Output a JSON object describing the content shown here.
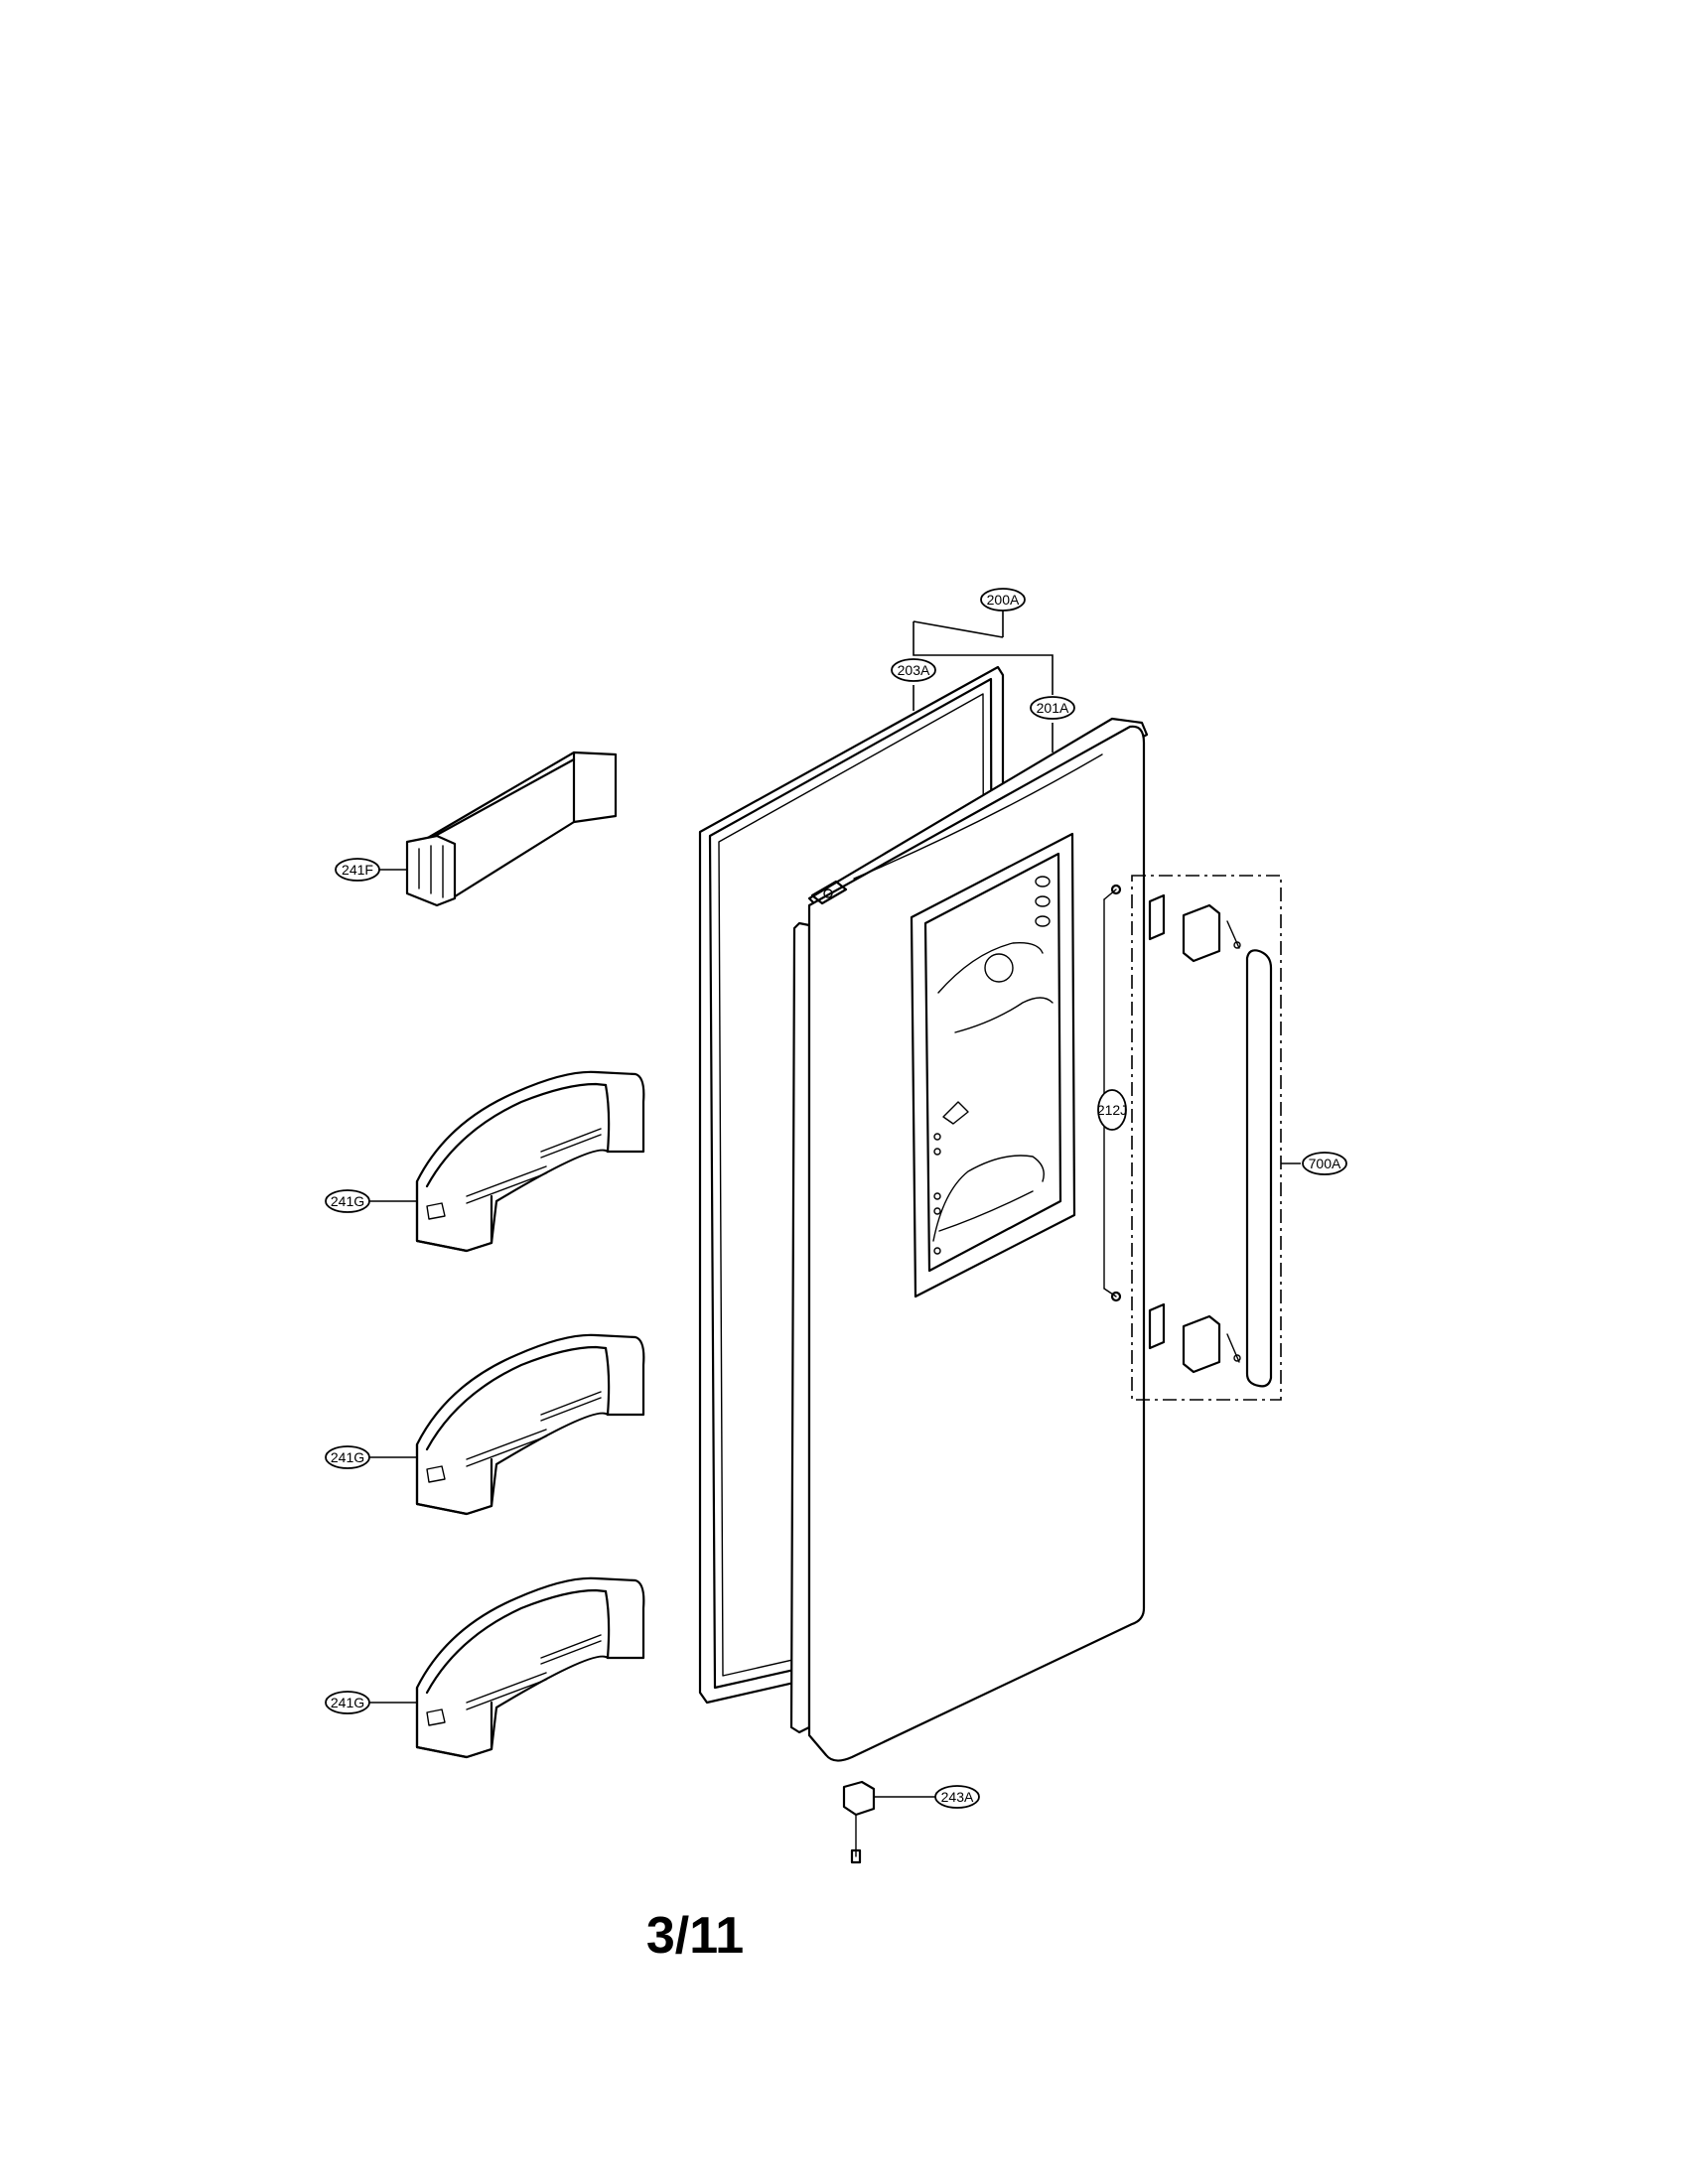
{
  "callouts": {
    "c200A": "200A",
    "c203A": "203A",
    "c201A": "201A",
    "c241F": "241F",
    "c212J": "212J",
    "c700A": "700A",
    "c241G_1": "241G",
    "c241G_2": "241G",
    "c241G_3": "241G",
    "c243A": "243A"
  },
  "page": {
    "number": "3/11"
  }
}
